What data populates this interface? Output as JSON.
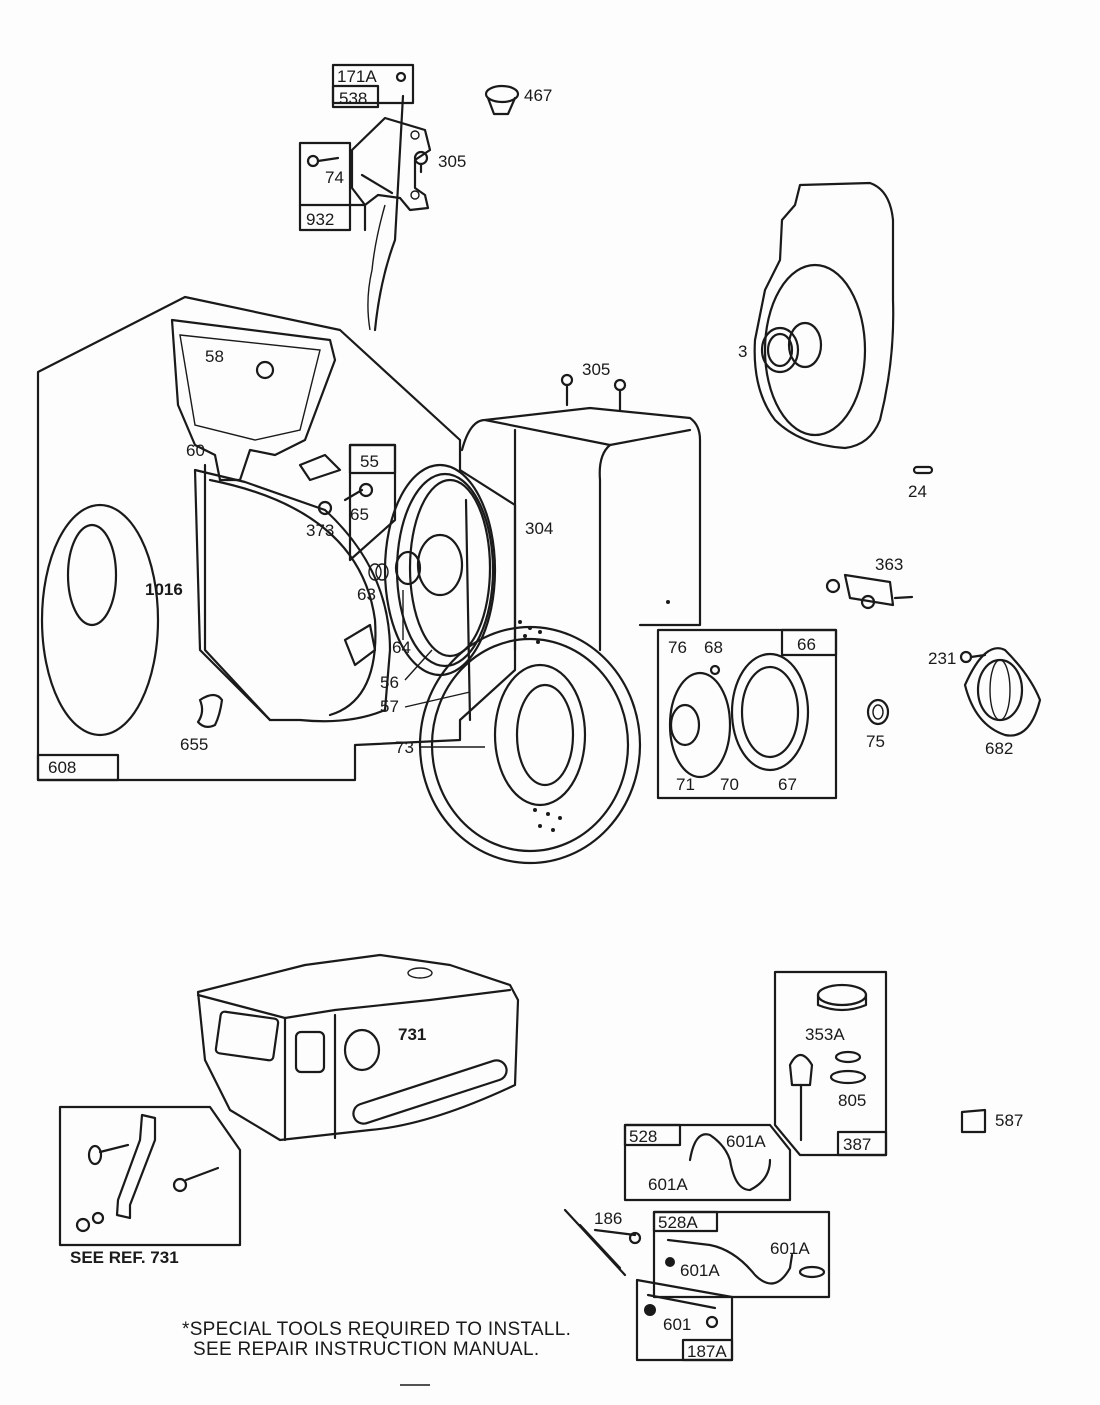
{
  "diagram": {
    "title": "Engine blower housing / rewind starter / fuel tank exploded parts diagram",
    "labels": {
      "p171A": "171A",
      "p538": "538",
      "p467": "467",
      "p305a": "305",
      "p74": "74",
      "p932": "932",
      "p58": "58",
      "p60": "60",
      "p55": "55",
      "p373": "373",
      "p65": "65",
      "p1016": "1016",
      "p63": "63",
      "p64": "64",
      "p56": "56",
      "p57": "57",
      "p73": "73",
      "p655": "655",
      "p608": "608",
      "p304": "304",
      "p305b": "305",
      "p3": "3",
      "p24": "24",
      "p363": "363",
      "p66": "66",
      "p76": "76",
      "p68": "68",
      "p71": "71",
      "p70": "70",
      "p67": "67",
      "p75": "75",
      "p231": "231",
      "p682": "682",
      "p731": "731",
      "p353A": "353A",
      "p805": "805",
      "p387": "387",
      "p587": "587",
      "p528": "528",
      "p601A_1": "601A",
      "p601A_2": "601A",
      "p186": "186",
      "p528A": "528A",
      "p601A_3": "601A",
      "p601A_4": "601A",
      "p601": "601",
      "p187A": "187A"
    },
    "see_ref": "SEE REF. 731",
    "note_line1": "*SPECIAL TOOLS REQUIRED TO INSTALL.",
    "note_line2": "SEE REPAIR INSTRUCTION MANUAL."
  }
}
